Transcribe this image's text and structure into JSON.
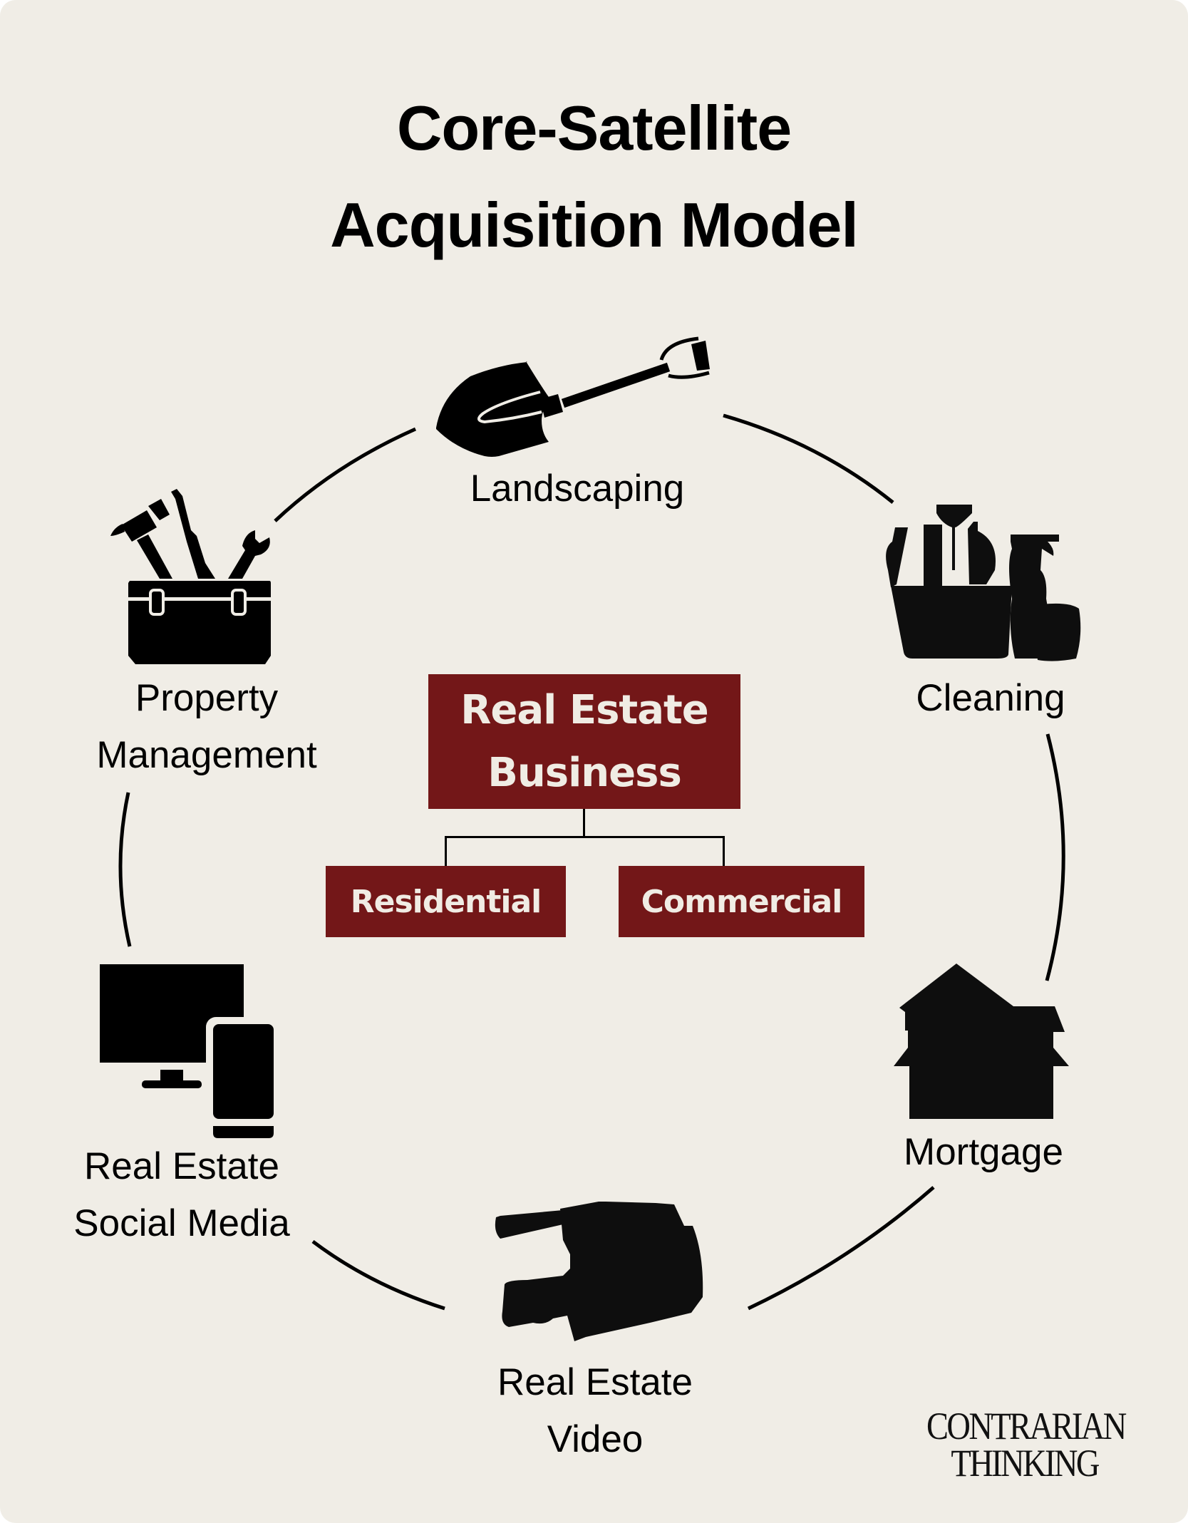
{
  "title": {
    "line1": "Core-Satellite",
    "line2": "Acquisition Model"
  },
  "core": {
    "line1": "Real Estate",
    "line2": "Business",
    "color": "#731718",
    "text_color": "#f0ece4",
    "children": [
      {
        "label": "Residential"
      },
      {
        "label": "Commercial"
      }
    ]
  },
  "satellites": [
    {
      "id": "landscaping",
      "icon": "shovel-icon",
      "lines": [
        "Landscaping"
      ]
    },
    {
      "id": "cleaning",
      "icon": "cleaning-supplies-icon",
      "lines": [
        "Cleaning"
      ]
    },
    {
      "id": "mortgage",
      "icon": "house-icon",
      "lines": [
        "Mortgage"
      ]
    },
    {
      "id": "video",
      "icon": "video-camera-icon",
      "lines": [
        "Real Estate",
        "Video"
      ]
    },
    {
      "id": "social-media",
      "icon": "devices-icon",
      "lines": [
        "Real Estate",
        "Social Media"
      ]
    },
    {
      "id": "property-management",
      "icon": "toolbox-icon",
      "lines": [
        "Property",
        "Management"
      ]
    }
  ],
  "brand": {
    "line1": "CONTRARIAN",
    "line2": "THINKING"
  },
  "colors": {
    "background": "#f0ede6",
    "ink": "#000000",
    "accent": "#731718"
  }
}
